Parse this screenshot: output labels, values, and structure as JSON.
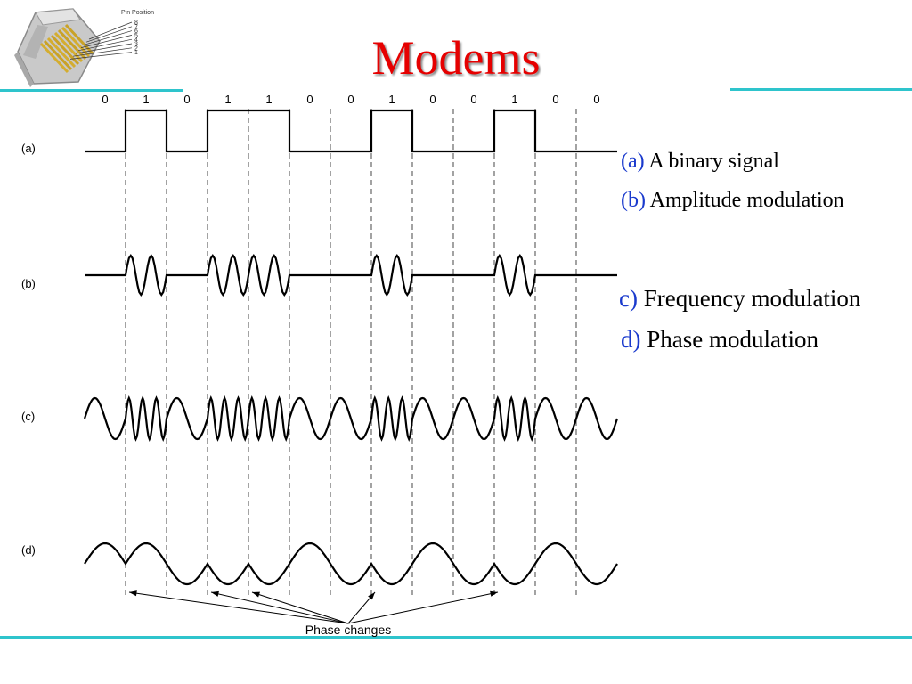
{
  "slide": {
    "title": "Modems",
    "accent_color": "#2ec4cc",
    "title_color": "#e60000"
  },
  "connector_image": {
    "label": "Pin Position",
    "pins": [
      "8",
      "7",
      "6",
      "5",
      "4",
      "3",
      "2",
      "1"
    ]
  },
  "captions": [
    {
      "tag": "(a)",
      "text": "A binary signal"
    },
    {
      "tag": "(b)",
      "text": "Amplitude modulation"
    },
    {
      "tag": "c)",
      "text": "Frequency modulation"
    },
    {
      "tag": "d)",
      "text": "Phase modulation"
    }
  ],
  "diagram": {
    "bits": [
      "0",
      "1",
      "0",
      "1",
      "1",
      "0",
      "0",
      "1",
      "0",
      "0",
      "1",
      "0",
      "0"
    ],
    "row_labels": [
      "(a)",
      "(b)",
      "(c)",
      "(d)"
    ],
    "annotation": "Phase changes"
  }
}
